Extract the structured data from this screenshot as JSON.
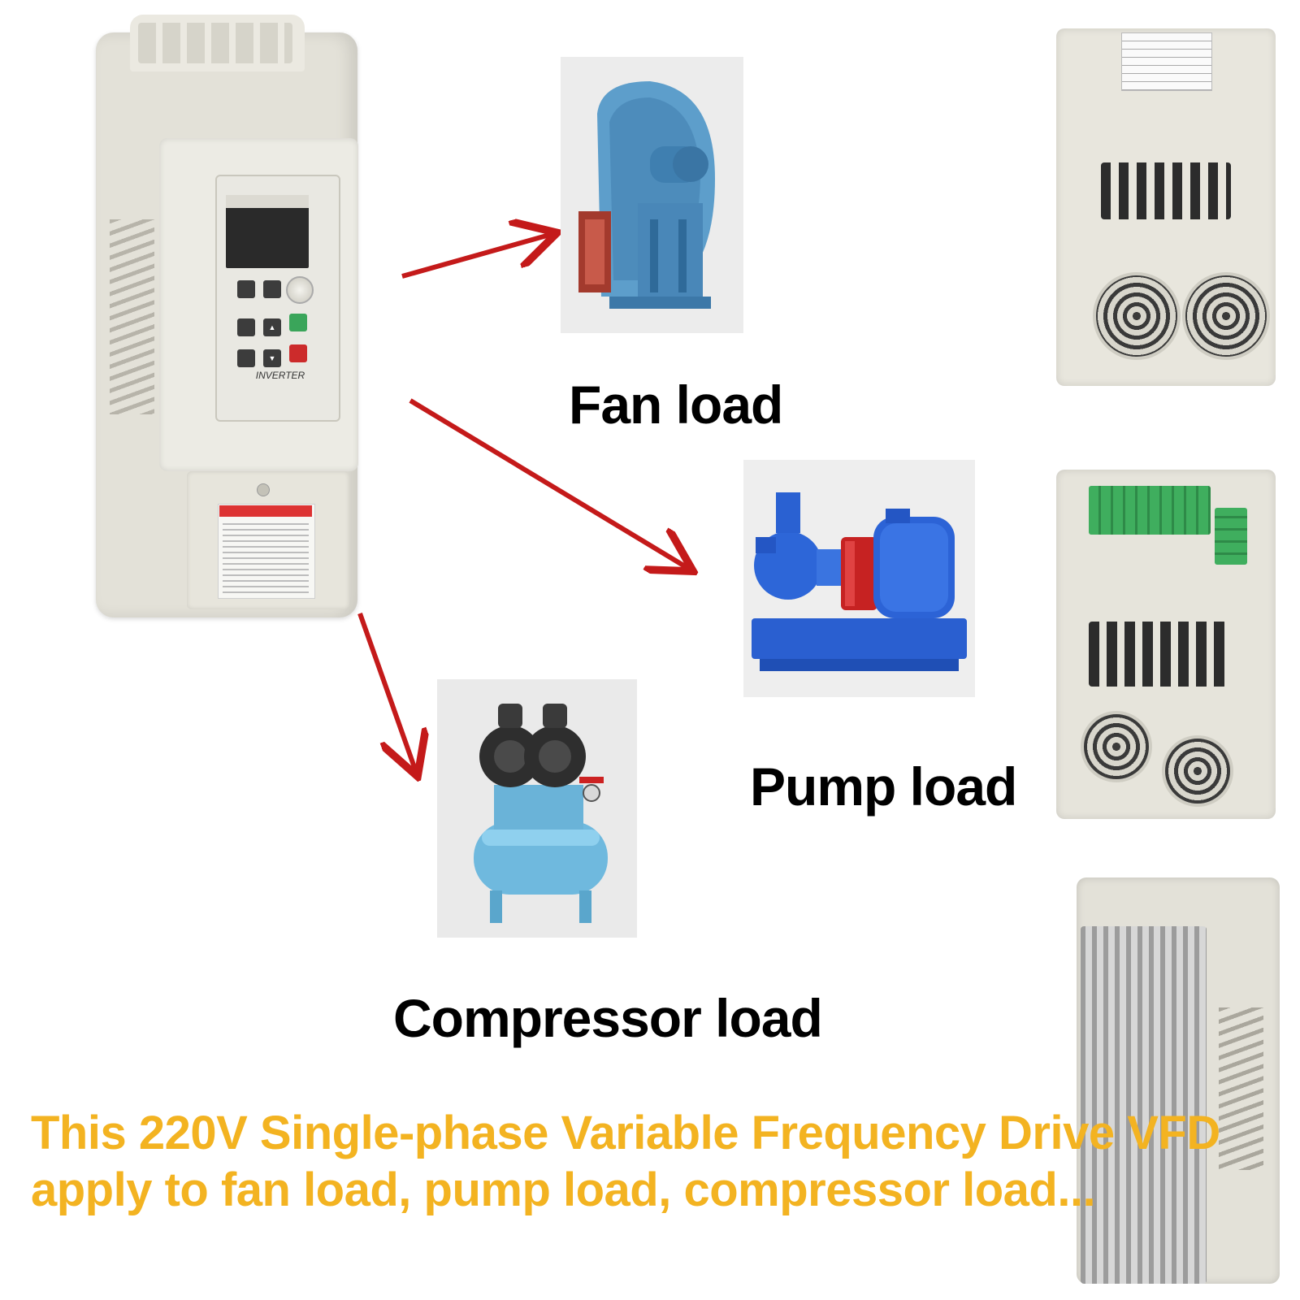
{
  "captions": {
    "fan": "Fan load",
    "pump": "Pump load",
    "compressor": "Compressor load"
  },
  "device": {
    "panel_label": "INVERTER"
  },
  "headline": {
    "line1": "This 220V Single-phase Variable Frequency Drive VFD",
    "line2": "apply to fan load, pump load, compressor load..."
  },
  "colors": {
    "headline": "#f3b321",
    "arrow": "#c41a1a",
    "caption": "#000000"
  }
}
